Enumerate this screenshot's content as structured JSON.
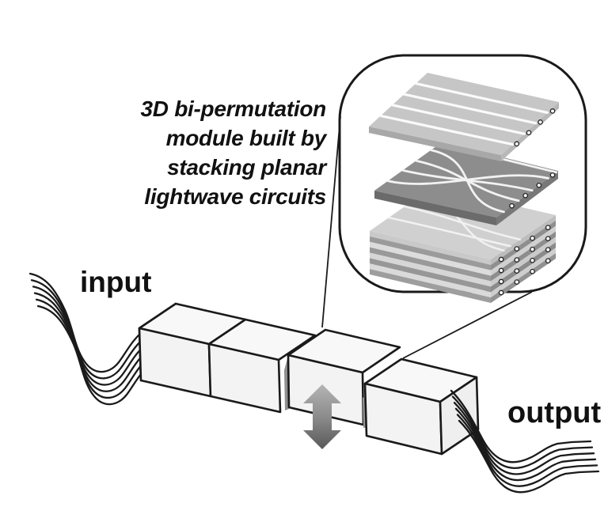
{
  "figure": {
    "annotation": "3D bi-permutation\nmodule built by\nstacking planar\nlightwave circuits",
    "input_label": "input",
    "output_label": "output"
  },
  "icons": {
    "lift_arrow": "vertical-double-arrow"
  },
  "colors": {
    "background": "#ffffff",
    "outline": "#1a1a1a",
    "box_top": "#f8f8f8",
    "box_front": "#f3f3f3",
    "box_side": "#efefef",
    "gap_shadow": "#8f8f8f",
    "plate_straight_top": "#c6c6c6",
    "plate_straight_side": "#a8a8a8",
    "plate_crossing_top": "#8d8d8d",
    "plate_crossing_side": "#6b6b6b",
    "stack_top": "#d0d0d0",
    "stack_layer_light": "#d6d6d6",
    "stack_layer_dark": "#9a9a9a",
    "waveguide": "#fafafa",
    "port_dot_fill": "#f8f8f8",
    "arrow_gradient_top": "#b0b0b0",
    "arrow_gradient_bottom": "#5a5a5a"
  }
}
